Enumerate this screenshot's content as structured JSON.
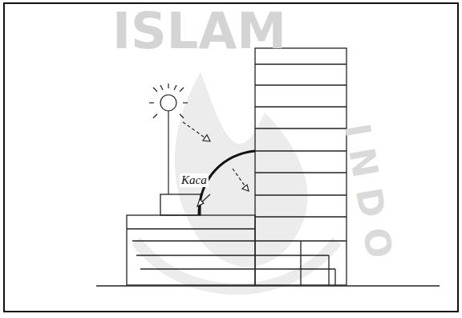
{
  "diagram": {
    "labels": [
      "ISLAM",
      "Kaca",
      "INDO"
    ]
  }
}
